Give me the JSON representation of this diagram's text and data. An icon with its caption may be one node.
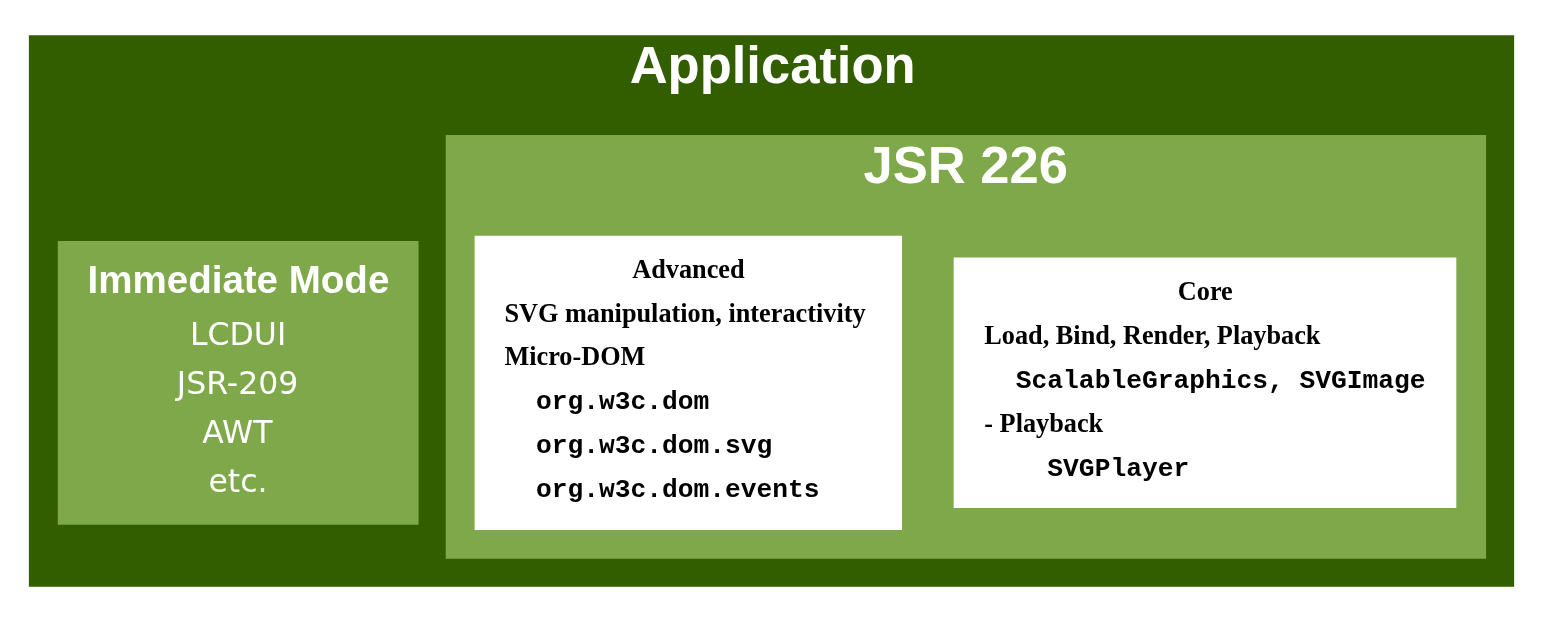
{
  "diagram": {
    "nodes": [
      {
        "text": [
          "Application"
        ]
      },
      {
        "text": [
          "JSR 226"
        ],
        "in": 0
      },
      {
        "text": [
          "Core",
          "Load, Bind, Render, Playback",
          "ScalableGraphics, SVGImage",
          "- Playback",
          "SVGPlayer"
        ],
        "in": 1
      },
      {
        "text": [
          "Advanced",
          "SVG manipulation, interactivity",
          "Micro-DOM",
          "org.w3c.dom",
          "org.w3c.dom.svg",
          "org.w3c.dom.events"
        ],
        "in": 1
      },
      {
        "text": [
          "Immediate Mode",
          "LCDUI",
          "JSR-209",
          "AWT",
          "etc."
        ],
        "in": 0
      }
    ],
    "edges": []
  }
}
